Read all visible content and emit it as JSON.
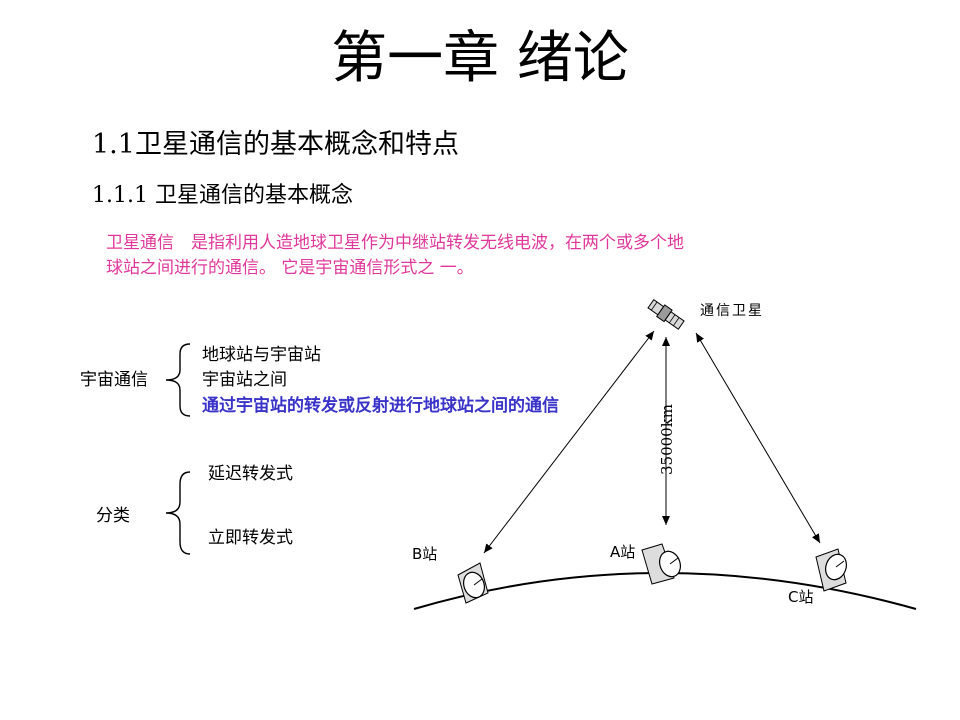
{
  "title": "第一章 绪论",
  "section": "1.1卫星通信的基本概念和特点",
  "subsection": "1.1.1 卫星通信的基本概念",
  "intro": {
    "line1": "卫星通信　是指利用人造地球卫星作为中继站转发无线电波，在两个或多个地",
    "line2": "球站之间进行的通信。 它是宇宙通信形式之 一。"
  },
  "space_comm": {
    "label": "宇宙通信",
    "items": [
      "地球站与宇宙站",
      "宇宙站之间",
      "通过宇宙站的转发或反射进行地球站之间的通信"
    ],
    "highlight_color": "#3a33c9"
  },
  "classification": {
    "label": "分类",
    "items": [
      "延迟转发式",
      "立即转发式"
    ]
  },
  "diagram": {
    "satellite_label": "通信卫星",
    "distance_label": "35000km",
    "station_a": "A站",
    "station_b": "B站",
    "station_c": "C站"
  },
  "colors": {
    "intro_text": "#e0389a",
    "highlight": "#3a33c9"
  }
}
